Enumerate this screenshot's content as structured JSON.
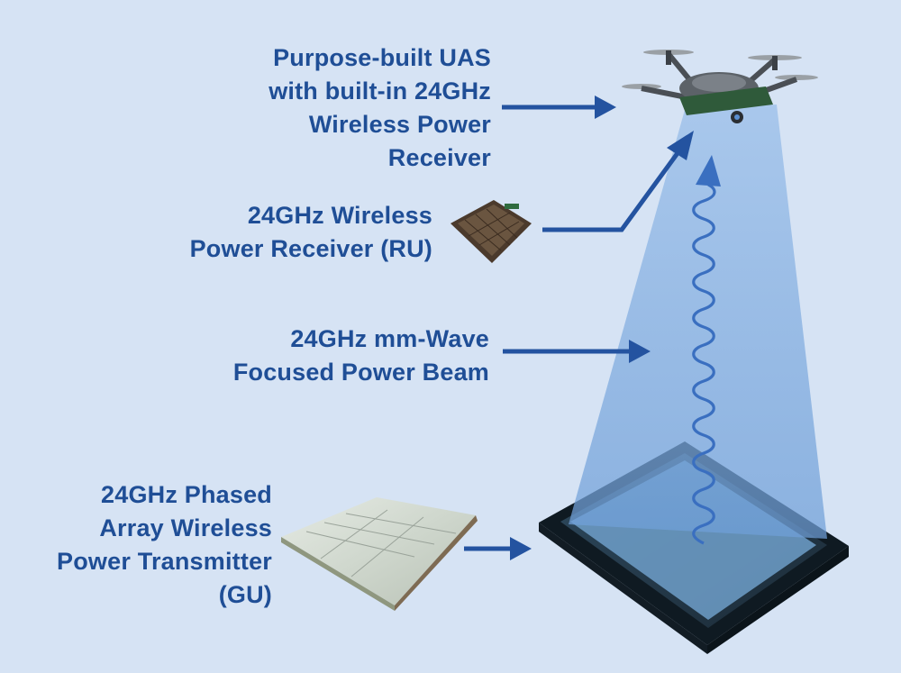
{
  "labels": {
    "uas": [
      "Purpose-built UAS",
      "with built-in 24GHz",
      "Wireless Power",
      "Receiver"
    ],
    "ru": [
      "24GHz Wireless",
      "Power Receiver (RU)"
    ],
    "beam": [
      "24GHz mm-Wave",
      "Focused Power Beam"
    ],
    "gu": [
      "24GHz Phased",
      "Array Wireless",
      "Power Transmitter",
      "(GU)"
    ]
  },
  "colors": {
    "background": "#d6e3f4",
    "text": "#1f4e96",
    "arrow": "#2453a0",
    "beam": "#8fb6e6",
    "wave": "#3a6fc0"
  }
}
